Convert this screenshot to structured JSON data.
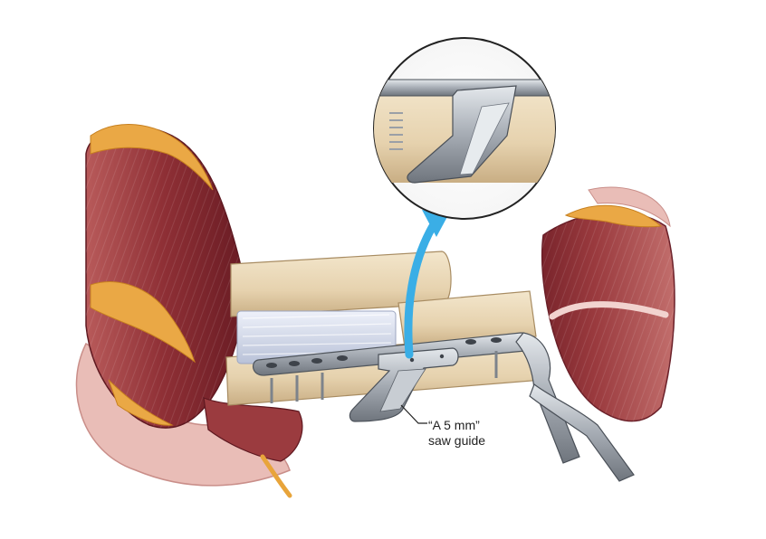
{
  "callout": {
    "line1": "“A 5 mm”",
    "line2": "saw guide"
  },
  "colors": {
    "muscle": "#9b3b3f",
    "muscle_dark": "#6e1f26",
    "skin": "#e6b7b2",
    "fat": "#e8a43a",
    "bone": "#e9d8b8",
    "bone_shade": "#cdb58e",
    "metal": "#9aa0a8",
    "metal_light": "#d8dde2",
    "arrow": "#3aaee6",
    "graft": "#d9e0f0"
  },
  "icons": [
    "blue-curved-arrow",
    "magnifier-circle"
  ]
}
